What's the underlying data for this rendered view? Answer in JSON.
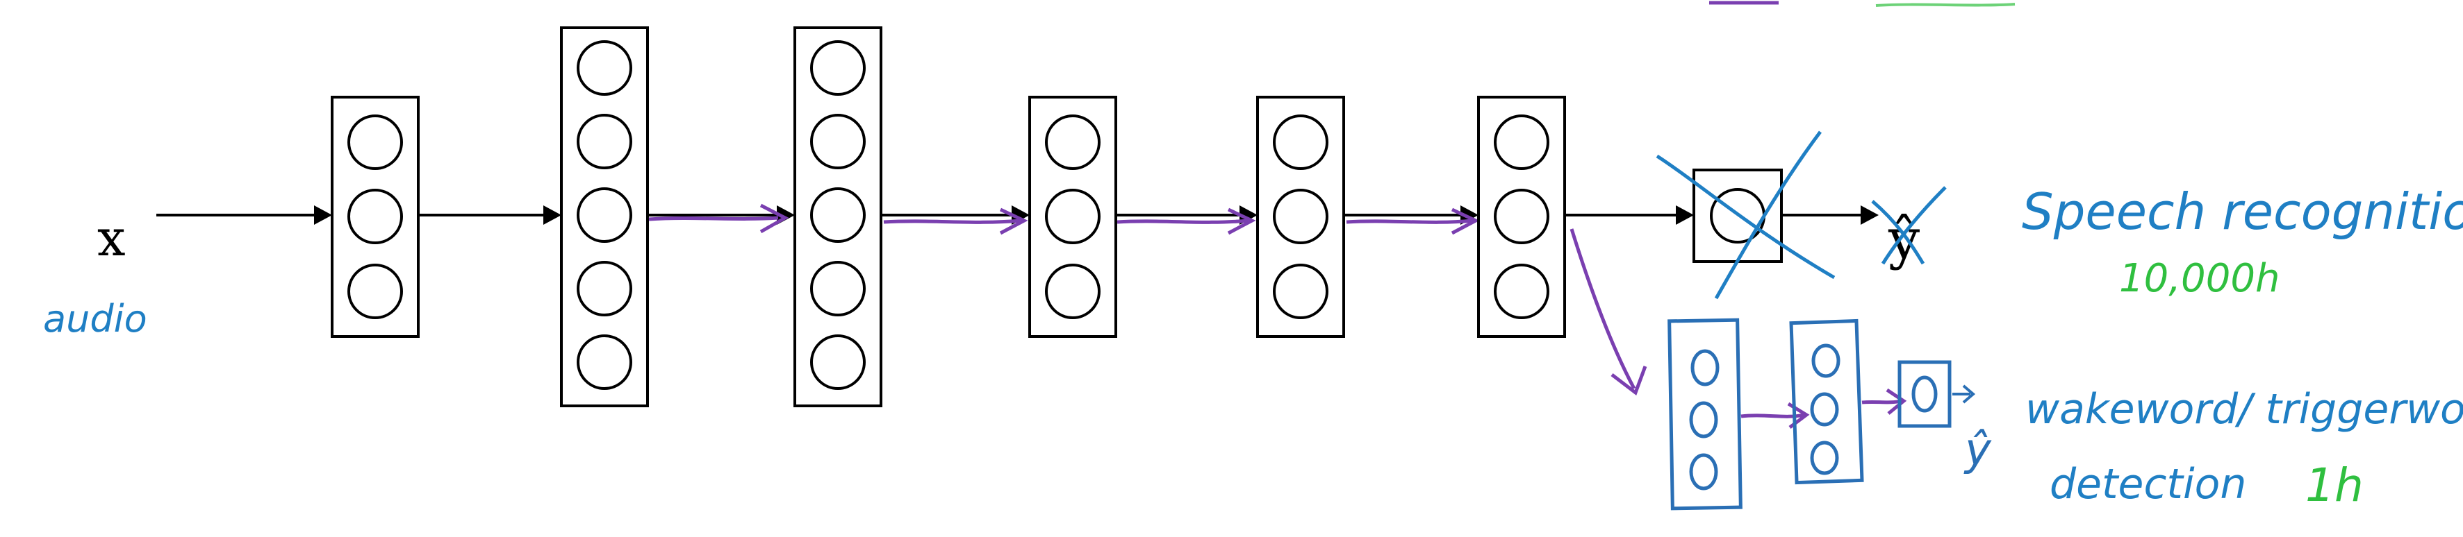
{
  "input": {
    "symbol": "x",
    "annotation": "audio"
  },
  "network": {
    "layers": [
      {
        "name": "layer-1",
        "units": 3
      },
      {
        "name": "layer-2",
        "units": 5
      },
      {
        "name": "layer-3",
        "units": 5
      },
      {
        "name": "layer-4",
        "units": 3
      },
      {
        "name": "layer-5",
        "units": 3
      },
      {
        "name": "layer-6",
        "units": 3
      }
    ],
    "output_units": 1,
    "output_symbol": "ŷ"
  },
  "original_task": {
    "label": "Speech recognition",
    "data_amount": "10,000h"
  },
  "new_task": {
    "label_line1": "wakeword/ triggerword",
    "label_line2": "detection",
    "data_amount": "1h",
    "output_symbol": "ŷ",
    "new_layer_units": [
      3,
      3
    ],
    "output_units": 1
  },
  "colors": {
    "ink": "#000000",
    "handwriting_blue": "#1f7fc4",
    "handwriting_green": "#2fbf3f",
    "purple": "#7a3fb0",
    "box_blue": "#2a6fb5"
  }
}
